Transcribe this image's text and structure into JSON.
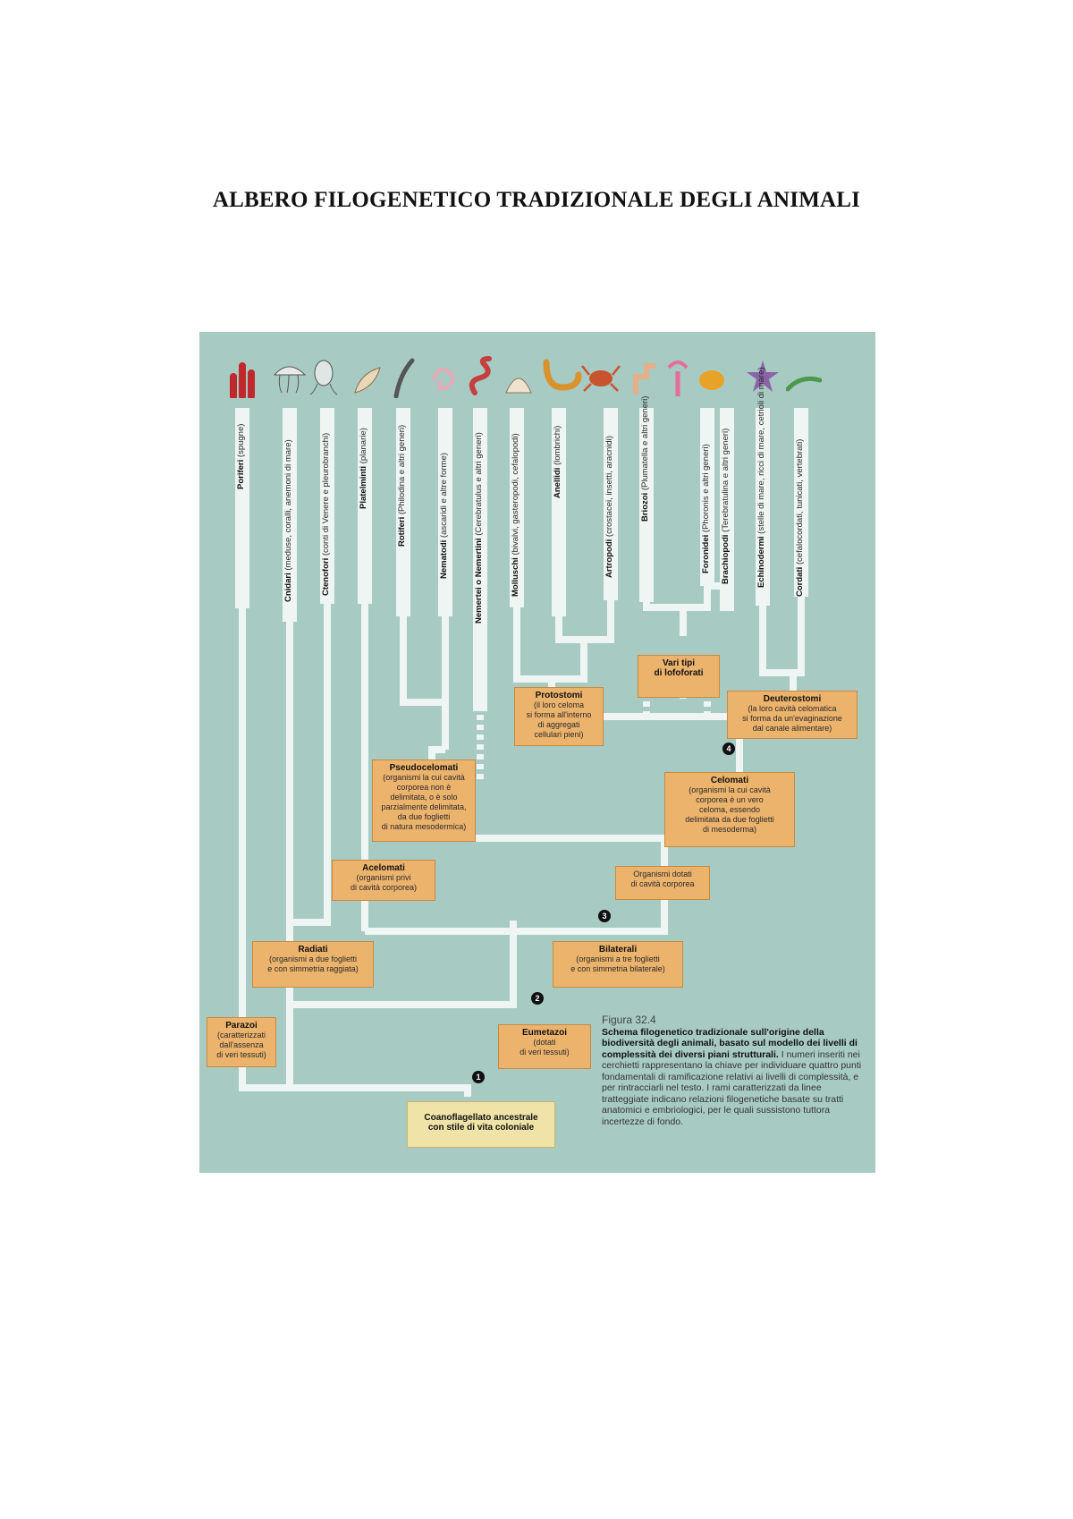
{
  "page": {
    "title": "ALBERO FILOGENETICO TRADIZIONALE DEGLI ANIMALI"
  },
  "figure": {
    "taxa": [
      {
        "name": "Poriferi",
        "detail": "(spugne)"
      },
      {
        "name": "Cnidari",
        "detail": "(meduse, coralli, anemoni di mare)"
      },
      {
        "name": "Ctenofori",
        "detail": "(conti di Venere e pleurobranchi)"
      },
      {
        "name": "Platelminti",
        "detail": "(planarie)"
      },
      {
        "name": "Rotiferi",
        "detail": "(Philodina e altri generi)"
      },
      {
        "name": "Nematodi",
        "detail": "(ascaridi e altre forme)"
      },
      {
        "name": "Nemertei o Nemertini",
        "detail": "(Cerebratulus e altri generi)"
      },
      {
        "name": "Molluschi",
        "detail": "(bivalvi, gasteropodi, cefalopodi)"
      },
      {
        "name": "Anellidi",
        "detail": "(lombrichi)"
      },
      {
        "name": "Artropodi",
        "detail": "(crostacei, insetti, aracnidi)"
      },
      {
        "name": "Briozoi",
        "detail": "(Plumatella e altri generi)"
      },
      {
        "name": "Foronidei",
        "detail": "(Phoronis e altri generi)"
      },
      {
        "name": "Brachiopodi",
        "detail": "(Terebratulina e altri generi)"
      },
      {
        "name": "Echinodermi",
        "detail": "(stelle di mare, ricci di mare, cetrioli di mare)"
      },
      {
        "name": "Cordati",
        "detail": "(cefalocordati, tunicati, vertebrati)"
      }
    ],
    "boxes": {
      "lofoforati": {
        "title": "Vari tipi",
        "lines": [
          "di lofoforati"
        ]
      },
      "protostomi": {
        "title": "Protostomi",
        "lines": [
          "(il loro celoma",
          "si forma all'interno",
          "di aggregati",
          "cellulari pieni)"
        ]
      },
      "deuterostomi": {
        "title": "Deuterostomi",
        "lines": [
          "(la loro cavità celomatica",
          "si forma da un'evaginazione",
          "dal canale alimentare)"
        ]
      },
      "pseudocelomati": {
        "title": "Pseudocelomati",
        "lines": [
          "(organismi la cui cavità",
          "corporea non è",
          "delimitata, o è solo",
          "parzialmente delimitata,",
          "da due foglietti",
          "di natura mesodermica)"
        ]
      },
      "celomati": {
        "title": "Celomati",
        "lines": [
          "(organismi la cui cavità",
          "corporea è un vero",
          "celoma, essendo",
          "delimitata da due foglietti",
          "di mesoderma)"
        ]
      },
      "acelomati": {
        "title": "Acelomati",
        "lines": [
          "(organismi privi",
          "di cavità corporea)"
        ]
      },
      "cavita": {
        "title": "",
        "lines": [
          "Organismi dotati",
          "di cavità corporea"
        ]
      },
      "radiati": {
        "title": "Radiati",
        "lines": [
          "(organismi a due foglietti",
          "e con simmetria raggiata)"
        ]
      },
      "bilaterali": {
        "title": "Bilaterali",
        "lines": [
          "(organismi a tre foglietti",
          "e con simmetria bilaterale)"
        ]
      },
      "parazoi": {
        "title": "Parazoi",
        "lines": [
          "(caratterizzati",
          "dall'assenza",
          "di veri tessuti)"
        ]
      },
      "eumetazoi": {
        "title": "Eumetazoi",
        "lines": [
          "(dotati",
          "di veri tessuti)"
        ]
      },
      "root": {
        "title": "Coanoflagellato ancestrale",
        "lines": [
          "con stile di vita coloniale"
        ]
      }
    },
    "markers": [
      "1",
      "2",
      "3",
      "4"
    ],
    "caption": {
      "figure_label": "Figura 32.4",
      "bold": "Schema filogenetico tradizionale sull'origine della biodiversità degli animali, basato sul modello dei livelli di complessità dei diversi piani strutturali.",
      "text": "I numeri inseriti nei cerchietti rappresentano la chiave per individuare quattro punti fondamentali di ramificazione relativi ai livelli di complessità, e per rintracciarli nel testo. I rami caratterizzati da linee tratteggiate indicano relazioni filogenetiche basate su tratti anatomici e embriologici, per le quali sussistono tuttora incertezze di fondo."
    },
    "colors": {
      "background": "#a7cac3",
      "branch": "#eef5f3",
      "box": "#ecb36d",
      "root_box": "#f0e3a8",
      "marker": "#111111"
    }
  }
}
